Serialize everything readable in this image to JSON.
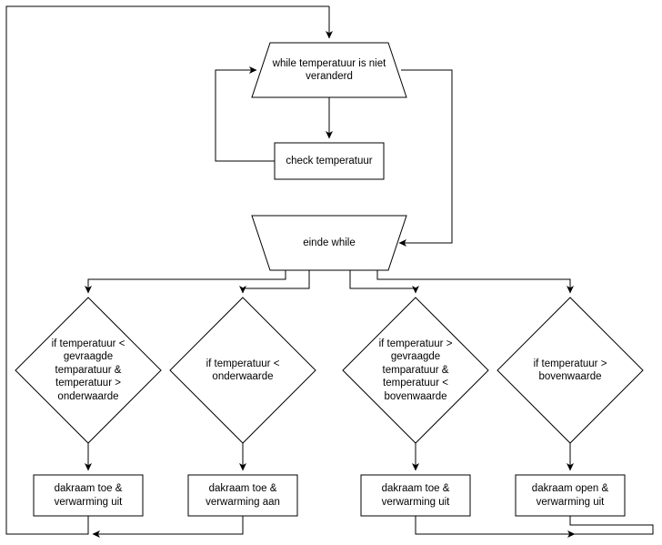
{
  "diagram": {
    "nodes": {
      "while_start": {
        "text": "while temperatuur is niet\nveranderd",
        "shape": "trapezoid"
      },
      "check": {
        "text": "check temperatuur",
        "shape": "rectangle"
      },
      "while_end": {
        "text": "einde while",
        "shape": "inverted-trapezoid"
      },
      "cond1": {
        "text": "if temperatuur <\ngevraagde\ntemparatuur &\ntemperatuur >\nonderwaarde",
        "shape": "diamond"
      },
      "cond2": {
        "text": "if temperatuur <\nonderwaarde",
        "shape": "diamond"
      },
      "cond3": {
        "text": "if temperatuur >\ngevraagde\ntemparatuur &\ntemperatuur <\nbovenwaarde",
        "shape": "diamond"
      },
      "cond4": {
        "text": "if temperatuur >\nbovenwaarde",
        "shape": "diamond"
      },
      "action1": {
        "text": "dakraam toe &\nverwarming uit",
        "shape": "rectangle"
      },
      "action2": {
        "text": "dakraam toe &\nverwarming aan",
        "shape": "rectangle"
      },
      "action3": {
        "text": "dakraam toe &\nverwarming uit",
        "shape": "rectangle"
      },
      "action4": {
        "text": "dakraam open &\nverwarming uit",
        "shape": "rectangle"
      }
    },
    "colors": {
      "stroke": "#000000",
      "fill": "#ffffff",
      "text": "#000000"
    }
  }
}
